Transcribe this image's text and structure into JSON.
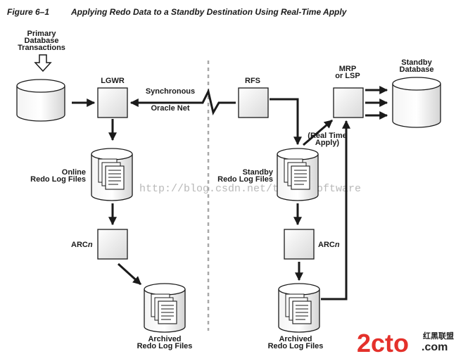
{
  "caption": {
    "label": "Figure 6–1",
    "title": "Applying Redo Data to a Standby Destination Using Real-Time Apply"
  },
  "primary": {
    "transactions": [
      "Primary",
      "Database",
      "Transactions"
    ],
    "lgwr": "LGWR",
    "online_logs": [
      "Online",
      "Redo Log Files"
    ],
    "arcn_prefix": "ARC",
    "arcn_suffix": "n",
    "archived_logs": [
      "Archived",
      "Redo Log Files"
    ]
  },
  "network": {
    "top_label": "Synchronous",
    "bottom_label": "Oracle Net"
  },
  "standby": {
    "rfs": "RFS",
    "mrp": [
      "MRP",
      "or LSP"
    ],
    "database": [
      "Standby",
      "Database"
    ],
    "real_time": [
      "(Real Time",
      "Apply)"
    ],
    "standby_logs": [
      "Standby",
      "Redo Log Files"
    ],
    "arcn_prefix": "ARC",
    "arcn_suffix": "n",
    "archived_logs": [
      "Archived",
      "Redo Log Files"
    ]
  },
  "watermark": "http://blog.csdn.net/tianlesoftware",
  "brand": {
    "main": "2cto",
    "domain": ".com",
    "cn": "红黑联盟",
    "color_red": "#e4312b",
    "color_dark": "#222222"
  }
}
